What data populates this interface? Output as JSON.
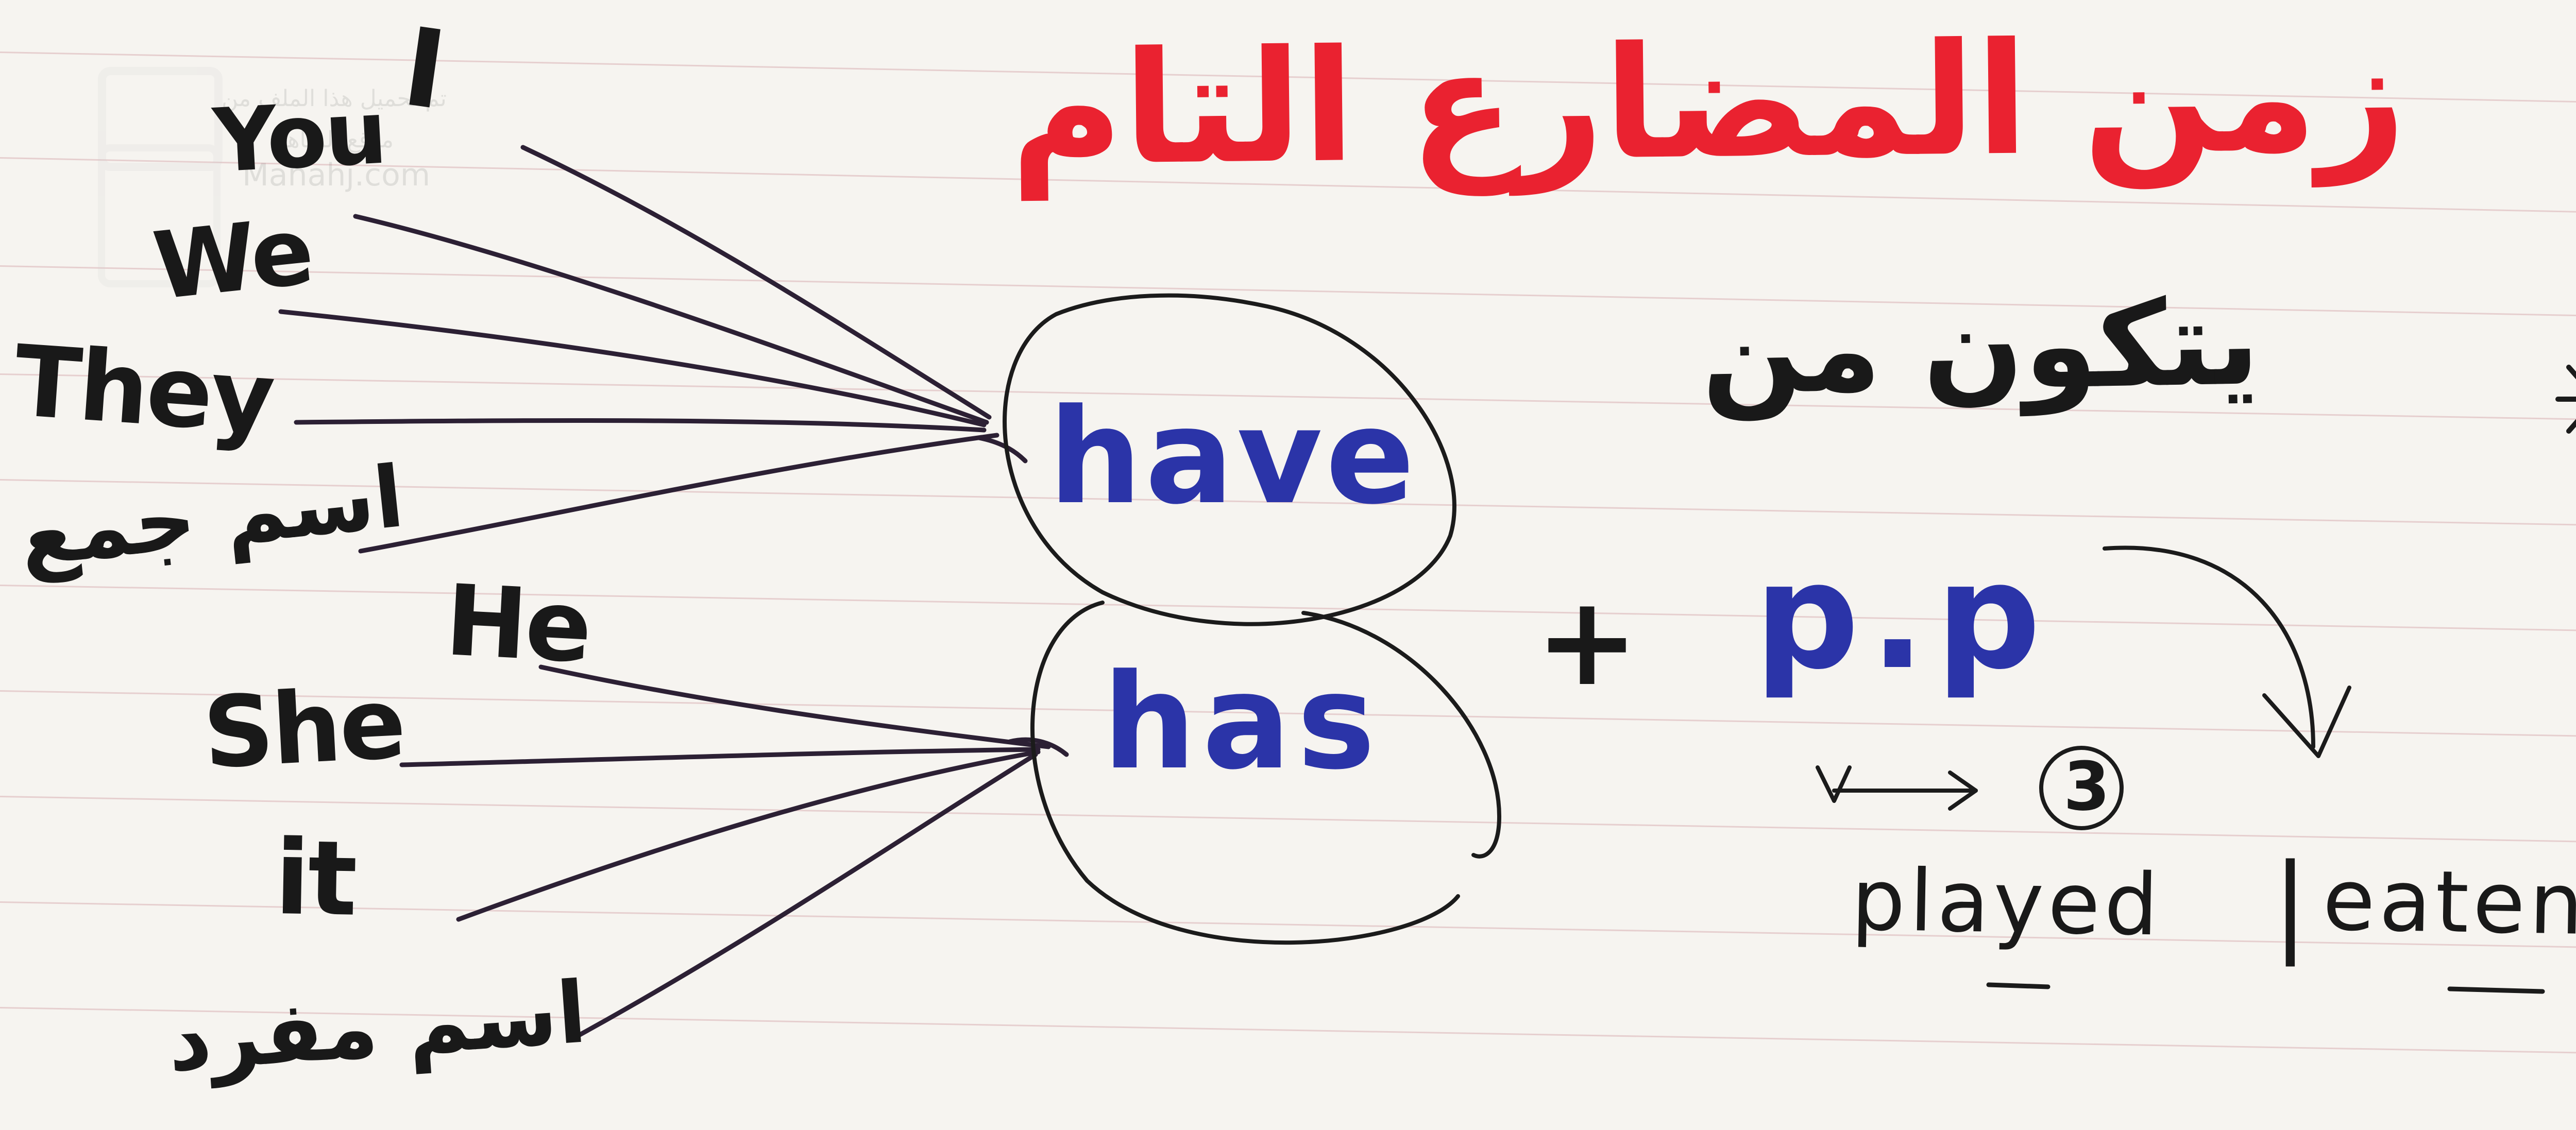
{
  "title": "زمن المضارع التام",
  "pronouns": {
    "i": "I",
    "you": "You",
    "we": "We",
    "they": "They",
    "plural_noun": "اسم جمع",
    "he": "He",
    "she": "She",
    "it": "it",
    "singular_noun": "اسم مفرد"
  },
  "auxiliaries": {
    "have": "have",
    "has": "has"
  },
  "formation": {
    "label": "يتكون من",
    "plus": "+",
    "past_participle": "p.p",
    "verb": "v",
    "form_number": "3"
  },
  "examples": {
    "regular": "played",
    "irregular": "eaten"
  }
}
